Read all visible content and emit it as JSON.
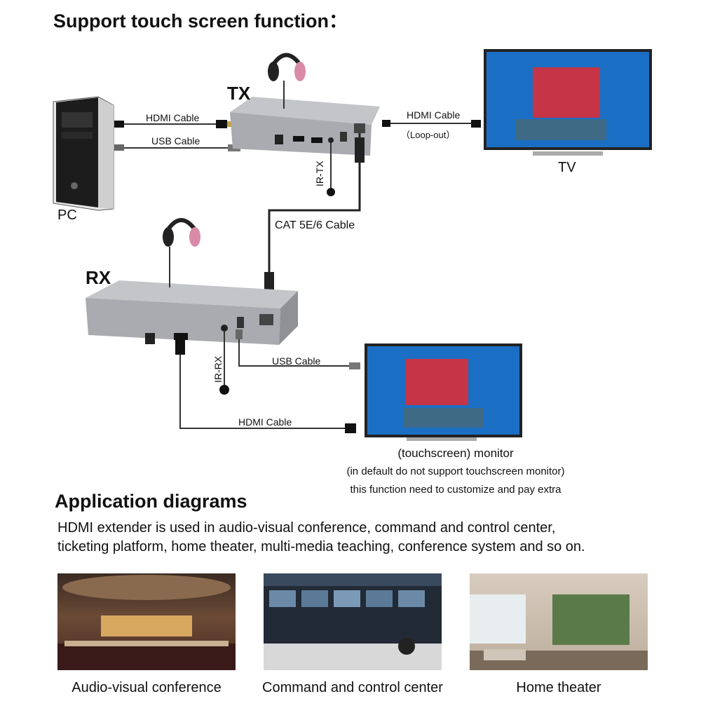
{
  "heading_touch": "Support touch screen function：",
  "devices": {
    "tx": "TX",
    "rx": "RX",
    "pc": "PC",
    "tv": "TV",
    "ir_tx": "IR-TX",
    "ir_rx": "IR-RX"
  },
  "cables": {
    "hdmi_pc": "HDMI Cable",
    "usb_pc": "USB Cable",
    "hdmi_tv": "HDMI Cable",
    "loop_out": "（Loop-out）",
    "cat": "CAT 5E/6 Cable",
    "usb_monitor": "USB Cable",
    "hdmi_monitor": "HDMI Cable"
  },
  "monitor_notes": {
    "line1": "(touchscreen) monitor",
    "line2": "(in default do not support touchscreen monitor)",
    "line3": "this function need to customize and pay extra"
  },
  "heading_app": "Application diagrams",
  "app_desc": {
    "line1": "HDMI extender is used in audio-visual conference, command and control center,",
    "line2": "ticketing platform, home theater, multi-media teaching, conference system and so on."
  },
  "captions": [
    "Audio-visual conference",
    "Command and control center",
    "Home theater"
  ],
  "colors": {
    "device_gray": "#a9abb0",
    "cable": "#333333",
    "screen_blue": "#1a6fc4",
    "headphone_pink": "#d98aa8"
  }
}
